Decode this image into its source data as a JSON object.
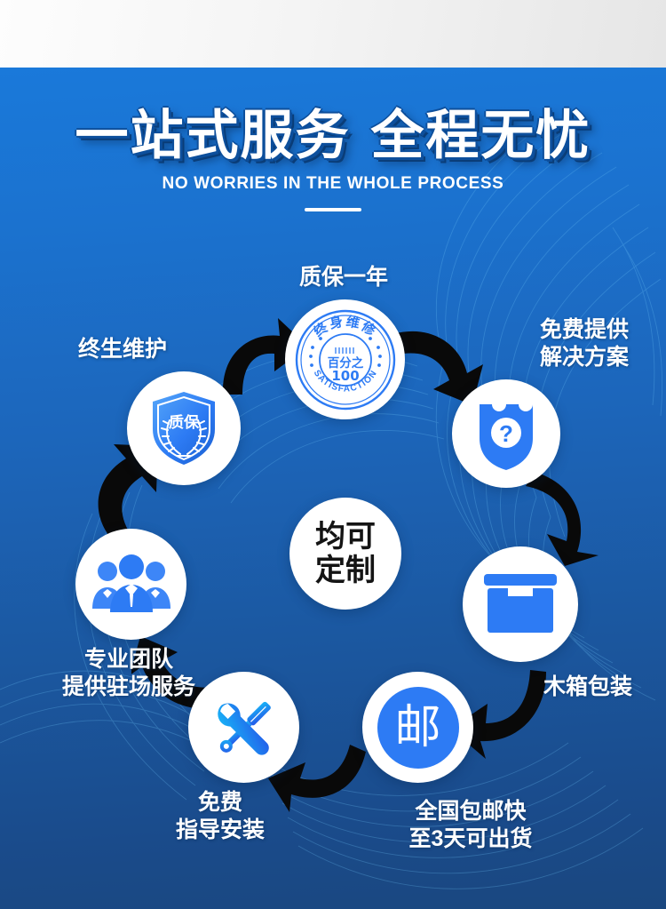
{
  "header": {
    "title": "一站式服务 全程无忧",
    "subtitle": "NO WORRIES IN THE WHOLE PROCESS"
  },
  "center": {
    "line1": "均可",
    "line2": "定制"
  },
  "colors": {
    "bg_top": "#1a79da",
    "bg_bottom": "#1a477f",
    "icon_blue": "#2d7bf4",
    "accent_blue": "#1a6fd0",
    "title_outline": "#0d4f9c",
    "node_white": "#ffffff",
    "arrow_black": "#090909",
    "center_text": "#141414"
  },
  "badge": {
    "arc_top": "终身维修",
    "center_line1": "百分之",
    "center_line2": "100",
    "arc_bottom": "SATISFACTION"
  },
  "shield_badge_text": "质保",
  "mail_icon_glyph": "邮",
  "nodes": [
    {
      "id": "warranty-year",
      "label": "质保一年",
      "icon": "seal-badge-icon"
    },
    {
      "id": "free-solution",
      "label": "免费提供\n解决方案",
      "icon": "shield-question-icon"
    },
    {
      "id": "wood-packing",
      "label": "木箱包装",
      "icon": "box-icon"
    },
    {
      "id": "free-shipping",
      "label": "全国包邮快\n至3天可出货",
      "icon": "mail-icon"
    },
    {
      "id": "free-install",
      "label": "免费\n指导安装",
      "icon": "tools-icon"
    },
    {
      "id": "pro-team",
      "label": "专业团队\n提供驻场服务",
      "icon": "team-icon"
    },
    {
      "id": "lifetime-maint",
      "label": "终生维护",
      "icon": "shield-guarantee-icon"
    }
  ],
  "labels": {
    "warranty_year": "质保一年",
    "free_solution_l1": "免费提供",
    "free_solution_l2": "解决方案",
    "wood_packing": "木箱包装",
    "free_shipping_l1": "全国包邮快",
    "free_shipping_l2": "至3天可出货",
    "free_install_l1": "免费",
    "free_install_l2": "指导安装",
    "pro_team_l1": "专业团队",
    "pro_team_l2": "提供驻场服务",
    "lifetime_maint": "终生维护"
  }
}
